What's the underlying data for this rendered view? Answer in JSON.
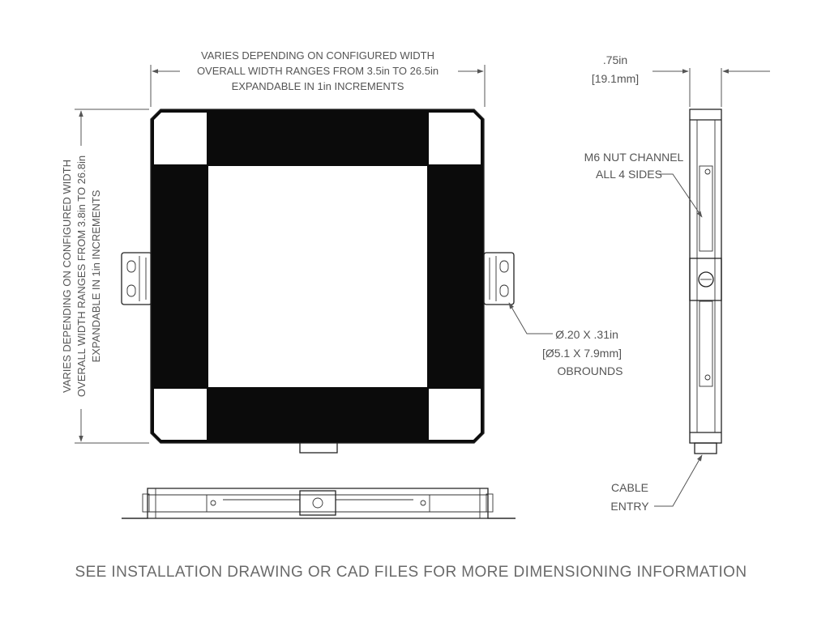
{
  "top_dimension": {
    "line1": "VARIES DEPENDING ON CONFIGURED WIDTH",
    "line2": "OVERALL WIDTH RANGES FROM 3.5in TO 26.5in",
    "line3": "EXPANDABLE IN 1in INCREMENTS"
  },
  "left_dimension": {
    "line1": "VARIES DEPENDING ON CONFIGURED WIDTH",
    "line2": "OVERALL WIDTH RANGES FROM 3.8in TO 26.8in",
    "line3": "EXPANDABLE IN 1in INCREMENTS"
  },
  "depth_dimension": {
    "inches": ".75in",
    "mm": "[19.1mm]"
  },
  "nut_channel_note": {
    "line1": "M6 NUT CHANNEL",
    "line2": "ALL 4 SIDES"
  },
  "obround_note": {
    "line1": "Ø.20 X .31in",
    "line2": "[Ø5.1 X 7.9mm]",
    "line3": "OBROUNDS"
  },
  "cable_note": {
    "line1": "CABLE",
    "line2": "ENTRY"
  },
  "footer": "SEE INSTALLATION DRAWING OR CAD FILES FOR MORE DIMENSIONING INFORMATION"
}
